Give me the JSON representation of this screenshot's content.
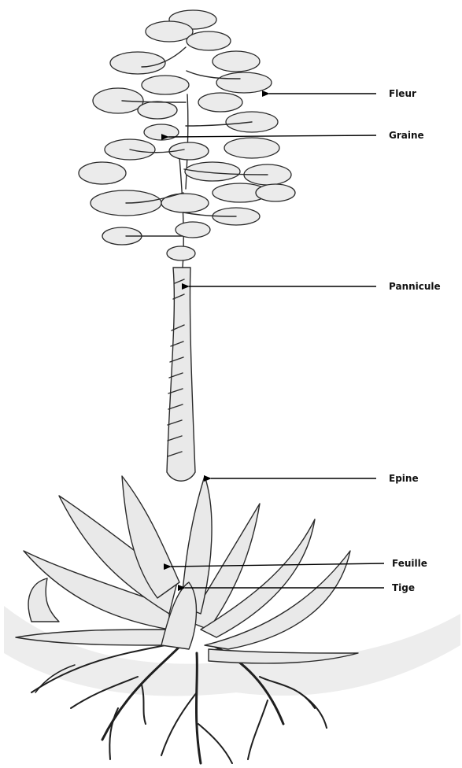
{
  "labels": {
    "fleur": "Fleur",
    "graine": "Graine",
    "pannicule": "Pannicule",
    "epine": "Epine",
    "feuille": "Feuille",
    "tige": "Tige"
  },
  "colors": {
    "line": "#2a2a2a",
    "fill": "#ebebeb",
    "background": "#ffffff"
  }
}
